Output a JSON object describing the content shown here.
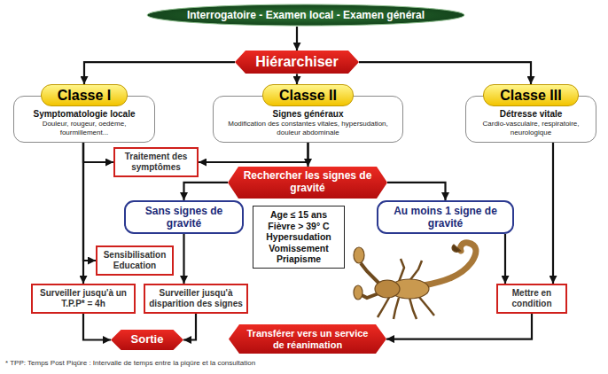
{
  "diagram": {
    "nodes": [
      {
        "text": [
          "Interrogatoire - Examen local - Examen général"
        ]
      },
      {
        "text": [
          "Hiérarchiser"
        ]
      },
      {
        "text": [
          "Classe I",
          "Symptomatologie locale",
          "Douleur, rougeur, oedème, fourmillement..."
        ]
      },
      {
        "text": [
          "Classe II",
          "Signes généraux",
          "Modification des constantes vitales, hypersudation, douleur abdominale"
        ]
      },
      {
        "text": [
          "Classe III",
          "Détresse vitale",
          "Cardio-vasculaire, respiratoire, neurologique"
        ]
      },
      {
        "text": [
          "Traitement des symptômes"
        ]
      },
      {
        "text": [
          "Rechercher les signes de gravité"
        ]
      },
      {
        "text": [
          "Sans signes de gravité"
        ]
      },
      {
        "text": [
          "Age ≤ 15 ans",
          "Fièvre > 39° C",
          "Hypersudation",
          "Vomissement",
          "Priapisme"
        ]
      },
      {
        "text": [
          "Au moins 1 signe de gravité"
        ]
      },
      {
        "text": [
          "Sensibilisation Education"
        ]
      },
      {
        "text": [
          "Surveiller jusqu'à un T.P.P* = 4h"
        ]
      },
      {
        "text": [
          "Surveiller jusqu'à disparition des signes"
        ]
      },
      {
        "text": [
          "Mettre en condition"
        ]
      },
      {
        "text": [
          "Sortie"
        ]
      },
      {
        "text": [
          "Transférer vers un service de réanimation"
        ]
      }
    ],
    "edges": [
      {
        "from": 0,
        "to": 1,
        "arrow": "to"
      },
      {
        "from": 1,
        "to": 2,
        "arrow": "to"
      },
      {
        "from": 1,
        "to": 3,
        "arrow": "to"
      },
      {
        "from": 1,
        "to": 4,
        "arrow": "to"
      },
      {
        "from": 2,
        "to": 5,
        "arrow": "to"
      },
      {
        "from": 2,
        "to": 10,
        "arrow": "to"
      },
      {
        "from": 2,
        "to": 11,
        "arrow": "to"
      },
      {
        "from": 11,
        "to": 14,
        "arrow": "to"
      },
      {
        "from": 3,
        "to": 5,
        "arrow": "to"
      },
      {
        "from": 3,
        "to": 6,
        "arrow": "to"
      },
      {
        "from": 6,
        "to": 7,
        "arrow": "to"
      },
      {
        "from": 6,
        "to": 9,
        "arrow": "to"
      },
      {
        "from": 7,
        "to": 12,
        "arrow": "to"
      },
      {
        "from": 9,
        "to": 13,
        "arrow": "to"
      },
      {
        "from": 4,
        "to": 13,
        "arrow": "to"
      },
      {
        "from": 13,
        "to": 15,
        "arrow": "to"
      },
      {
        "from": 12,
        "to": 14,
        "arrow": "to"
      }
    ],
    "labels": [
      "* TPP: Temps Post Piqûre : Intervalle de temps entre la piqûre et la consultation"
    ]
  }
}
